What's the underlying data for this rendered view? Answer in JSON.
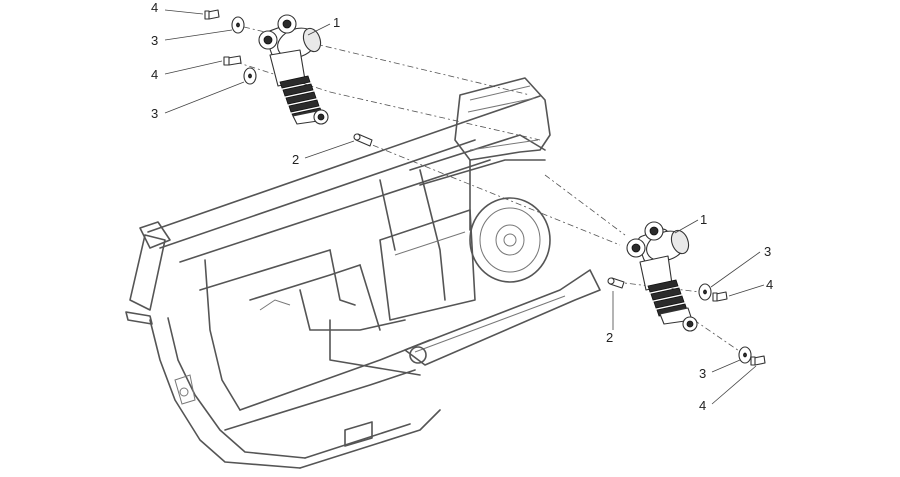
{
  "diagram": {
    "callouts": [
      {
        "id": "c1a",
        "number": "1"
      },
      {
        "id": "c3a",
        "number": "3"
      },
      {
        "id": "c4a",
        "number": "4"
      },
      {
        "id": "c4b",
        "number": "4"
      },
      {
        "id": "c3b",
        "number": "3"
      },
      {
        "id": "c2a",
        "number": "2"
      },
      {
        "id": "c1b",
        "number": "1"
      },
      {
        "id": "c3c",
        "number": "3"
      },
      {
        "id": "c4c",
        "number": "4"
      },
      {
        "id": "c2b",
        "number": "2"
      },
      {
        "id": "c3d",
        "number": "3"
      },
      {
        "id": "c4d",
        "number": "4"
      }
    ]
  }
}
